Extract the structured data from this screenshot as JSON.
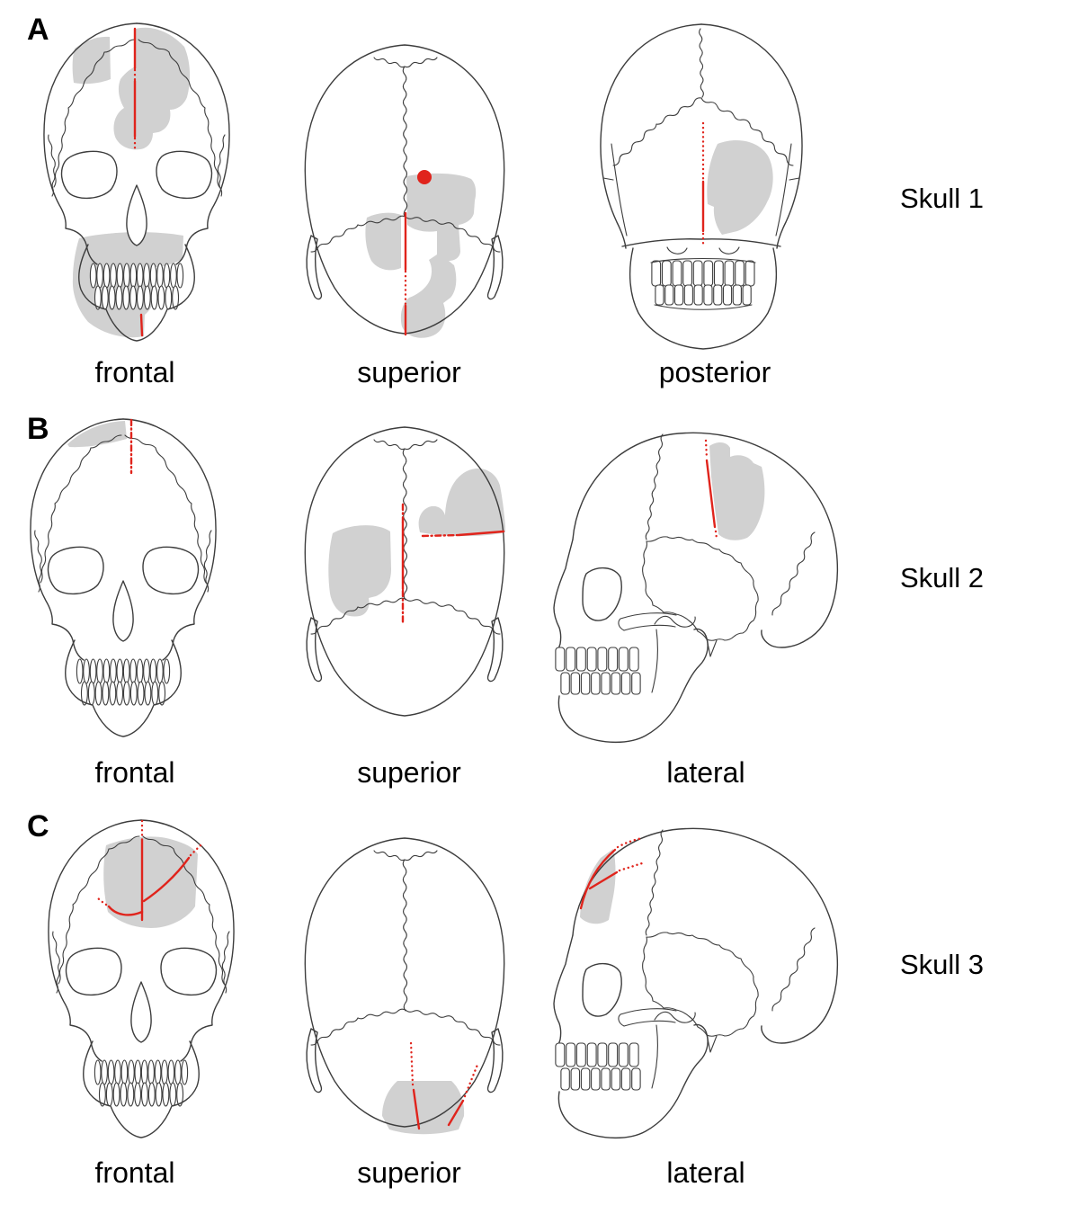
{
  "figure": {
    "type": "anatomical-skull-trauma-diagram",
    "colors": {
      "lesion_area_gray": "#d1d1d1",
      "trauma_line_red": "#e0241c",
      "drawing_outline": "#3d3d3d",
      "background": "#ffffff",
      "text": "#000000"
    },
    "panels": [
      {
        "letter": "A",
        "skull_label": "Skull 1",
        "views": [
          {
            "label": "frontal"
          },
          {
            "label": "superior"
          },
          {
            "label": "posterior"
          }
        ]
      },
      {
        "letter": "B",
        "skull_label": "Skull 2",
        "views": [
          {
            "label": "frontal"
          },
          {
            "label": "superior"
          },
          {
            "label": "lateral"
          }
        ]
      },
      {
        "letter": "C",
        "skull_label": "Skull 3",
        "views": [
          {
            "label": "frontal"
          },
          {
            "label": "superior"
          },
          {
            "label": "lateral"
          }
        ]
      }
    ]
  }
}
